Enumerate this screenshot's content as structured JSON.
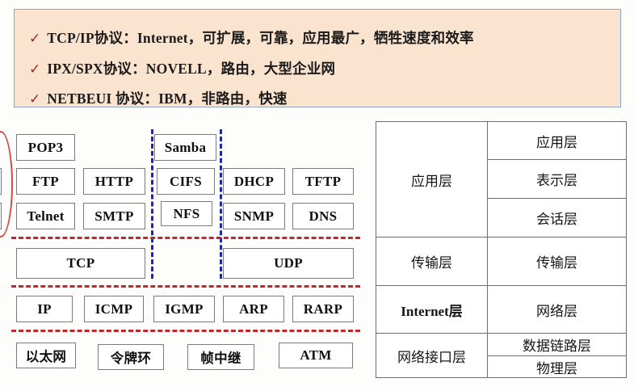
{
  "callout": {
    "check_glyph": "✓",
    "border_color": "#8fa7c4",
    "bg_color": "#fae3cf",
    "check_color": "#9e2a2a",
    "lines": [
      "TCP/IP协议：Internet，可扩展，可靠，应用最广，牺牲速度和效率",
      "IPX/SPX协议：NOVELL，路由，大型企业网",
      "NETBEUI 协议：IBM，非路由，快速"
    ]
  },
  "stack": {
    "divider_h_color": "#c1272d",
    "divider_v_color": "#2026a8",
    "rows": {
      "app_row1": [
        "POP3",
        "Samba"
      ],
      "app_row2": [
        "FTP",
        "HTTP",
        "CIFS",
        "DHCP",
        "TFTP"
      ],
      "app_row3": [
        "Telnet",
        "SMTP",
        "NFS",
        "SNMP",
        "DNS"
      ],
      "transport": [
        "TCP",
        "UDP"
      ],
      "internet": [
        "IP",
        "ICMP",
        "IGMP",
        "ARP",
        "RARP"
      ],
      "link": [
        "以太网",
        "令牌环",
        "帧中继",
        "ATM"
      ]
    }
  },
  "layer_table": {
    "tcpip": [
      "应用层",
      "传输层",
      "Internet层",
      "网络接口层"
    ],
    "osi": [
      "应用层",
      "表示层",
      "会话层",
      "传输层",
      "网络层",
      "数据链路层",
      "物理层"
    ]
  }
}
